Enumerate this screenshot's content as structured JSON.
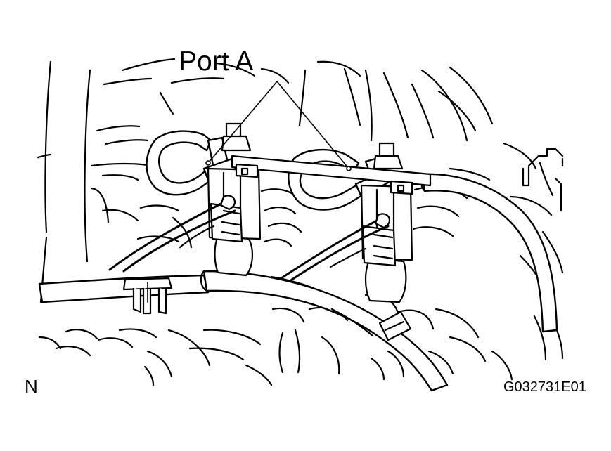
{
  "diagram": {
    "callout_label": "Port A",
    "orientation_label": "N",
    "figure_code": "G032731E01",
    "line_color": "#000000",
    "background_color": "#ffffff"
  }
}
